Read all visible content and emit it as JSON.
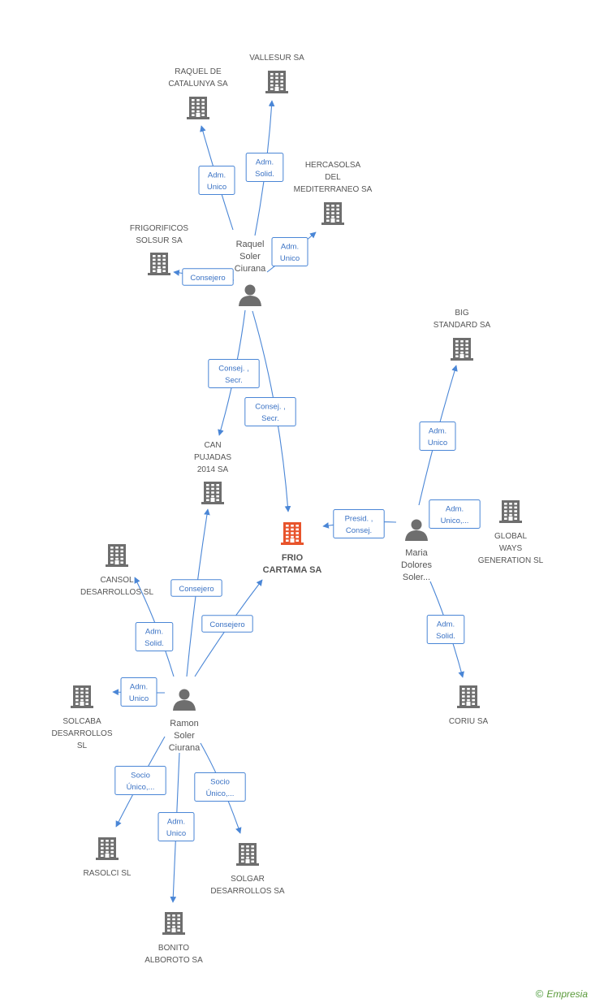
{
  "colors": {
    "building": "#6e6e6e",
    "focus_building": "#e8542c",
    "person": "#6e6e6e",
    "edge": "#4a86d6",
    "role_text": "#3a72c4"
  },
  "focus_company": {
    "id": "frio",
    "lines": [
      "FRIO",
      "CARTAMA SA"
    ]
  },
  "companies": [
    {
      "id": "vallesur",
      "lines": [
        "VALLESUR SA"
      ]
    },
    {
      "id": "raquel_cat",
      "lines": [
        "RAQUEL DE",
        "CATALUNYA SA"
      ]
    },
    {
      "id": "hercasolsa",
      "lines": [
        "HERCASOLSA",
        "DEL",
        "MEDITERRANEO SA"
      ]
    },
    {
      "id": "frigorificos",
      "lines": [
        "FRIGORIFICOS",
        "SOLSUR SA"
      ]
    },
    {
      "id": "big",
      "lines": [
        "BIG",
        "STANDARD SA"
      ]
    },
    {
      "id": "can",
      "lines": [
        "CAN",
        "PUJADAS",
        "2014 SA"
      ]
    },
    {
      "id": "global",
      "lines": [
        "GLOBAL",
        "WAYS",
        "GENERATION SL"
      ]
    },
    {
      "id": "cansol",
      "lines": [
        "CANSOL",
        "DESARROLLOS SL"
      ]
    },
    {
      "id": "solcaba",
      "lines": [
        "SOLCABA",
        "DESARROLLOS",
        "SL"
      ]
    },
    {
      "id": "coriu",
      "lines": [
        "CORIU SA"
      ]
    },
    {
      "id": "rasolci",
      "lines": [
        "RASOLCI SL"
      ]
    },
    {
      "id": "solgar",
      "lines": [
        "SOLGAR",
        "DESARROLLOS SA"
      ]
    },
    {
      "id": "bonito",
      "lines": [
        "BONITO",
        "ALBOROTO SA"
      ]
    }
  ],
  "people": [
    {
      "id": "raquel",
      "lines": [
        "Raquel",
        "Soler",
        "Ciurana"
      ]
    },
    {
      "id": "maria",
      "lines": [
        "Maria",
        "Dolores",
        "Soler..."
      ]
    },
    {
      "id": "ramon",
      "lines": [
        "Ramon",
        "Soler",
        "Ciurana"
      ]
    }
  ],
  "relations": [
    {
      "from": "raquel",
      "to": "raquel_cat",
      "role": [
        "Adm.",
        "Unico"
      ]
    },
    {
      "from": "raquel",
      "to": "vallesur",
      "role": [
        "Adm.",
        "Solid."
      ]
    },
    {
      "from": "raquel",
      "to": "hercasolsa",
      "role": [
        "Adm.",
        "Unico"
      ]
    },
    {
      "from": "raquel",
      "to": "frigorificos",
      "role": [
        "Consejero"
      ]
    },
    {
      "from": "raquel",
      "to": "can",
      "role": [
        "Consej. ,",
        "Secr."
      ]
    },
    {
      "from": "raquel",
      "to": "frio",
      "role": [
        "Consej. ,",
        "Secr."
      ]
    },
    {
      "from": "maria",
      "to": "big",
      "role": [
        "Adm.",
        "Unico"
      ]
    },
    {
      "from": "maria",
      "to": "global",
      "role": [
        "Adm.",
        "Unico,..."
      ]
    },
    {
      "from": "maria",
      "to": "frio",
      "role": [
        "Presid. ,",
        "Consej."
      ]
    },
    {
      "from": "maria",
      "to": "coriu",
      "role": [
        "Adm.",
        "Solid."
      ]
    },
    {
      "from": "ramon",
      "to": "can",
      "role": [
        "Consejero"
      ]
    },
    {
      "from": "ramon",
      "to": "frio",
      "role": [
        "Consejero"
      ]
    },
    {
      "from": "ramon",
      "to": "cansol",
      "role": [
        "Adm.",
        "Solid."
      ]
    },
    {
      "from": "ramon",
      "to": "solcaba",
      "role": [
        "Adm.",
        "Unico"
      ]
    },
    {
      "from": "ramon",
      "to": "rasolci",
      "role": [
        "Socio",
        "Único,..."
      ]
    },
    {
      "from": "ramon",
      "to": "bonito",
      "role": [
        "Adm.",
        "Unico"
      ]
    },
    {
      "from": "ramon",
      "to": "solgar",
      "role": [
        "Socio",
        "Único,..."
      ]
    }
  ],
  "footer": {
    "copyright": "©",
    "brand": "Empresia"
  }
}
